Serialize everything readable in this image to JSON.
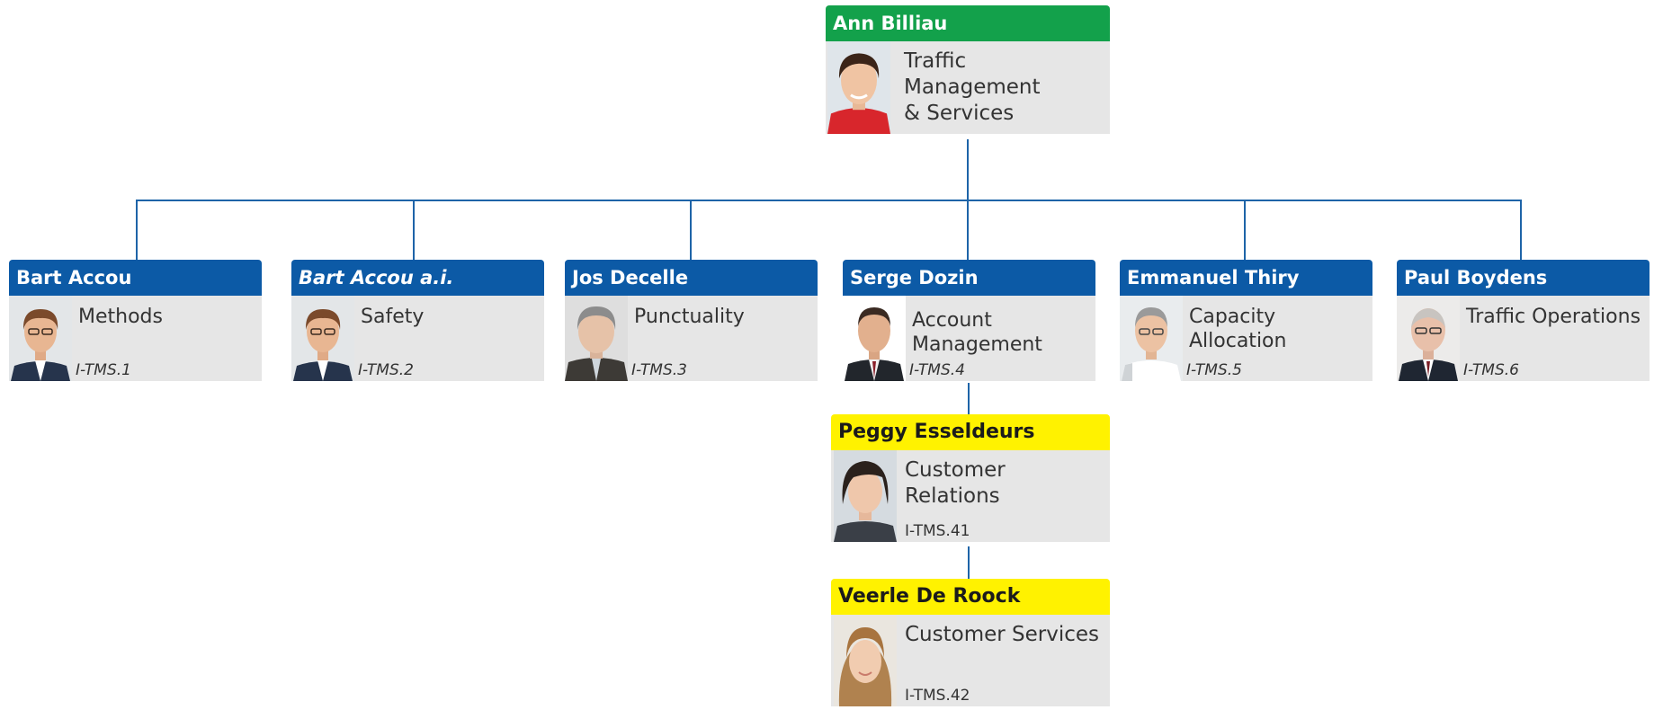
{
  "nodes": {
    "ann": {
      "name": "Ann Billiau",
      "role": "Traffic Management & Services",
      "code": "",
      "header_color": "#13a14b"
    },
    "bart1": {
      "name": "Bart Accou",
      "role": "Methods",
      "code": "I-TMS.1",
      "header_color": "#0c5aa6"
    },
    "bart2": {
      "name": "Bart Accou a.i.",
      "role": "Safety",
      "code": "I-TMS.2",
      "header_color": "#0c5aa6"
    },
    "jos": {
      "name": "Jos Decelle",
      "role": "Punctuality",
      "code": "I-TMS.3",
      "header_color": "#0c5aa6"
    },
    "serge": {
      "name": "Serge Dozin",
      "role": "Account Management",
      "code": "I-TMS.4",
      "header_color": "#0c5aa6"
    },
    "emmanuel": {
      "name": "Emmanuel Thiry",
      "role": "Capacity Allocation",
      "code": "I-TMS.5",
      "header_color": "#0c5aa6"
    },
    "paul": {
      "name": "Paul Boydens",
      "role": "Traffic Operations",
      "code": "I-TMS.6",
      "header_color": "#0c5aa6"
    },
    "peggy": {
      "name": "Peggy Esseldeurs",
      "role": "Customer Relations",
      "code": "I-TMS.41",
      "header_color": "#fff200"
    },
    "veerle": {
      "name": "Veerle De Roock",
      "role": "Customer Services",
      "code": "I-TMS.42",
      "header_color": "#fff200"
    }
  },
  "edges": [
    [
      "ann",
      "bart1"
    ],
    [
      "ann",
      "bart2"
    ],
    [
      "ann",
      "jos"
    ],
    [
      "ann",
      "serge"
    ],
    [
      "ann",
      "emmanuel"
    ],
    [
      "ann",
      "paul"
    ],
    [
      "serge",
      "peggy"
    ],
    [
      "peggy",
      "veerle"
    ]
  ],
  "colors": {
    "connector": "#1e64a8",
    "card_body": "#e6e6e6"
  }
}
